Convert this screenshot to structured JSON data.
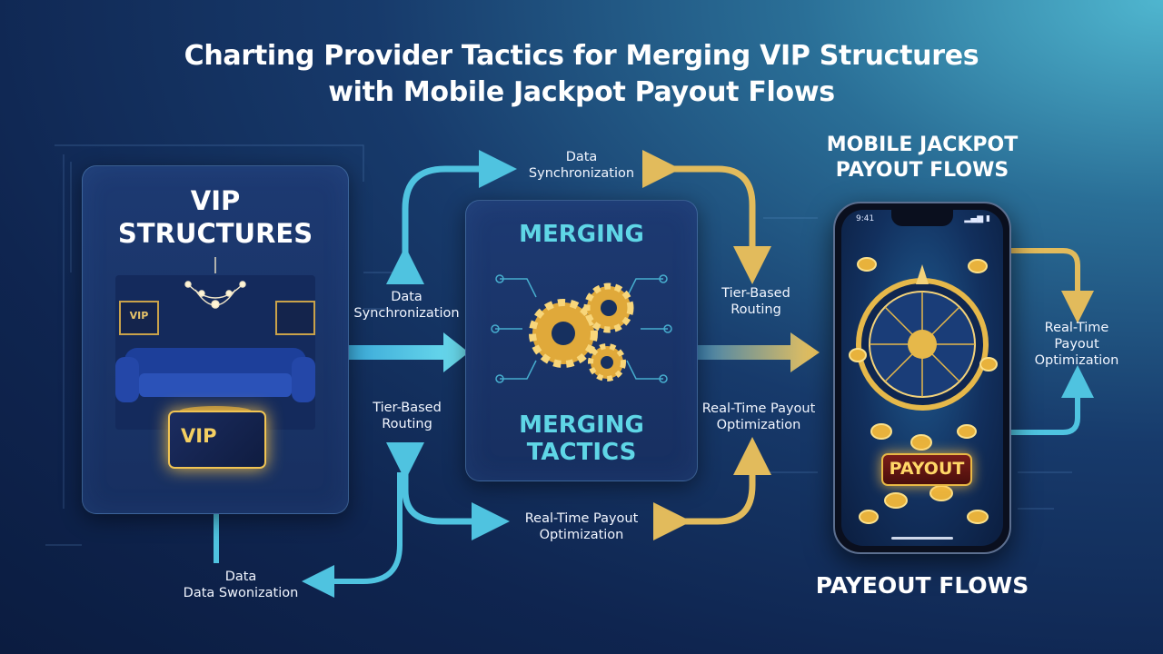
{
  "title": {
    "line1": "Charting Provider Tactics for Merging VIP Structures",
    "line2": "with Mobile Jackpot Payout Flows"
  },
  "vip_panel": {
    "title_line1": "VIP",
    "title_line2": "STRUCTURES",
    "card_label": "VIP",
    "sign_label": "VIP"
  },
  "merge_panel": {
    "top_title": "MERGING",
    "bottom_title_line1": "MERGING",
    "bottom_title_line2": "TACTICS"
  },
  "mobile": {
    "title_line1": "MOBILE JACKPOT",
    "title_line2": "PAYOUT FLOWS",
    "status_time": "9:41",
    "payout_badge": "PAYOUT",
    "bottom_label": "PAYEOUT FLOWS"
  },
  "labels": {
    "top_sync_line1": "Data",
    "top_sync_line2": "Synchronization",
    "left_sync_line1": "Data",
    "left_sync_line2": "Synchronization",
    "left_tier_line1": "Tier-Based",
    "left_tier_line2": "Routing",
    "right_tier_line1": "Tier-Based",
    "right_tier_line2": "Routing",
    "right_rt_line1": "Real-Time Payout",
    "right_rt_line2": "Optimization",
    "bottom_rt_line1": "Real-Time Payout",
    "bottom_rt_line2": "Optimization",
    "far_right_rt_line1": "Real-Time",
    "far_right_rt_line2": "Payout",
    "far_right_rt_line3": "Optimization",
    "bottom_left_line1": "Data",
    "bottom_left_line2": "Data Swonization"
  },
  "colors": {
    "cyan_arrow": "#4fc3e0",
    "gold_arrow": "#e2bb5c",
    "accent_title": "#5fd6e6",
    "gold": "#f1c453"
  },
  "icons": [
    "chandelier-icon",
    "sofa-icon",
    "gear-icon",
    "roulette-wheel-icon",
    "gold-coin-icon"
  ]
}
